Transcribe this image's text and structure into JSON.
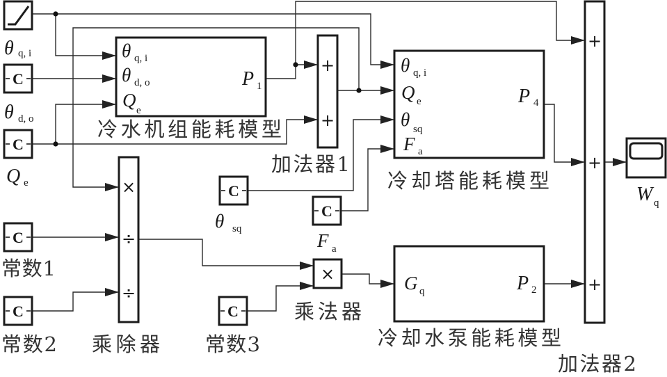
{
  "blocks": {
    "ramp": {
      "label": {
        "symbol": "θ",
        "sub": "q, i"
      }
    },
    "const_theta_do": {
      "glyph": "C",
      "label": {
        "symbol": "θ",
        "sub": "d, o"
      }
    },
    "const_qe": {
      "glyph": "C",
      "label": {
        "symbol": "Q",
        "sub": "e"
      }
    },
    "chiller_model": {
      "title": "冷水机组能耗模型",
      "inputs": [
        {
          "symbol": "θ",
          "sub": "q, i"
        },
        {
          "symbol": "θ",
          "sub": "d, o"
        },
        {
          "symbol": "Q",
          "sub": "e"
        }
      ],
      "outputs": [
        {
          "symbol": "P",
          "sub": "1"
        }
      ]
    },
    "adder1": {
      "title": "加法器1",
      "signs": [
        "+",
        "+"
      ]
    },
    "tower_model": {
      "title": "冷却塔能耗模型",
      "inputs": [
        {
          "symbol": "θ",
          "sub": "q, i"
        },
        {
          "symbol": "Q",
          "sub": "e"
        },
        {
          "symbol": "θ",
          "sub": "sq"
        },
        {
          "symbol": "F",
          "sub": "a"
        }
      ],
      "outputs": [
        {
          "symbol": "P",
          "sub": "4"
        }
      ]
    },
    "const_theta_sq": {
      "glyph": "C",
      "label": {
        "symbol": "θ",
        "sub": "sq"
      }
    },
    "const_fa": {
      "glyph": "C",
      "label": {
        "symbol": "F",
        "sub": "a"
      }
    },
    "const1": {
      "glyph": "C",
      "label": "常数1"
    },
    "const2": {
      "glyph": "C",
      "label": "常数2"
    },
    "const3": {
      "glyph": "C",
      "label": "常数3"
    },
    "divider": {
      "title": "乘除器",
      "signs": [
        "×",
        "÷",
        "÷"
      ]
    },
    "multiplier": {
      "title": "乘法器",
      "sign": "×"
    },
    "pump_model": {
      "title": "冷却水泵能耗模型",
      "inputs": [
        {
          "symbol": "G",
          "sub": "q"
        }
      ],
      "outputs": [
        {
          "symbol": "P",
          "sub": "2"
        }
      ]
    },
    "adder2": {
      "title": "加法器2",
      "signs": [
        "+",
        "+",
        "+"
      ]
    },
    "scope": {
      "label": {
        "symbol": "W",
        "sub": "q"
      }
    }
  },
  "connections": [
    {
      "from": "ramp",
      "to": "chiller_model.θq,i"
    },
    {
      "from": "ramp",
      "to": "tower_model.θq,i"
    },
    {
      "from": "const_theta_do",
      "to": "chiller_model.θd,o"
    },
    {
      "from": "const_qe",
      "to": "chiller_model.Qe"
    },
    {
      "from": "const_qe",
      "to": "adder1.in2"
    },
    {
      "from": "chiller_model.P1",
      "to": "adder1.in1"
    },
    {
      "from": "chiller_model.P1",
      "to": "adder2.in1"
    },
    {
      "from": "adder1",
      "to": "tower_model.Qe"
    },
    {
      "from": "adder1",
      "to": "divider.multiply"
    },
    {
      "from": "const_theta_sq",
      "to": "tower_model.θsq"
    },
    {
      "from": "const_fa",
      "to": "tower_model.Fa"
    },
    {
      "from": "tower_model.P4",
      "to": "adder2.in2"
    },
    {
      "from": "const1",
      "to": "divider.divide1"
    },
    {
      "from": "const2",
      "to": "divider.divide2"
    },
    {
      "from": "divider",
      "to": "multiplier.in1"
    },
    {
      "from": "const3",
      "to": "multiplier.in2"
    },
    {
      "from": "multiplier",
      "to": "pump_model.Gq"
    },
    {
      "from": "pump_model.P2",
      "to": "adder2.in3"
    },
    {
      "from": "adder2",
      "to": "scope"
    }
  ]
}
